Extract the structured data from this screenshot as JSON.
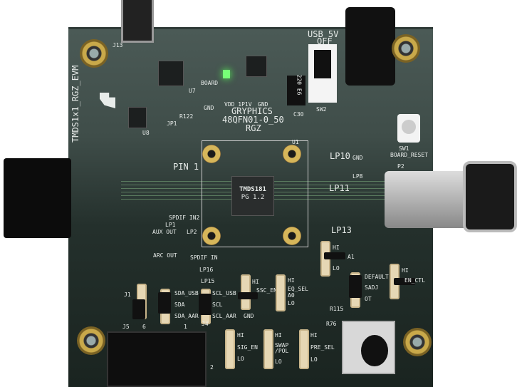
{
  "board": {
    "name": "TMDS1x1_RGZ_EVM",
    "socket_labels": [
      "GRYPHICS",
      "48QFN01-0_50",
      "RGZ"
    ],
    "chip_marking": [
      "TMDS181",
      "PG 1.2"
    ],
    "pin1": "PIN 1",
    "power": {
      "usb_5v": "USB 5V",
      "off": "OFF",
      "sw2": "SW2",
      "sw1": "SW1",
      "board_reset": "BOARD_RESET",
      "inductor": "220 E6"
    },
    "test_points": [
      "LP10",
      "GND",
      "LP8",
      "LP11",
      "LP13",
      "LP15",
      "LP16",
      "LP1",
      "LP2",
      "BOARD",
      "GND",
      "VDD_1P1V",
      "GND"
    ],
    "audio": [
      "SPDIF IN2",
      "AUX OUT",
      "ARC OUT",
      "SPDIF IN"
    ],
    "jumpers": [
      {
        "id": "J1",
        "labels": []
      },
      {
        "id": "J4",
        "labels": [
          "SCL_USB",
          "SCL",
          "SCL_AAR"
        ]
      },
      {
        "id": "J3",
        "labels": [
          "SDA_USB",
          "SDA",
          "SDA_AAR"
        ]
      },
      {
        "id": "J2",
        "labels": [
          "HI",
          "SSC_EN",
          "GND"
        ]
      },
      {
        "id": "J12",
        "labels": [
          "HI",
          "EQ_SEL",
          "A0",
          "LO"
        ]
      },
      {
        "id": "J7",
        "labels": [
          "HI",
          "A1",
          "LO"
        ]
      },
      {
        "id": "J8",
        "labels": [
          "DEFAULT",
          "SADJ",
          "OT"
        ]
      },
      {
        "id": "J14",
        "labels": [
          "HI",
          "EN_CTL"
        ]
      },
      {
        "id": "J9",
        "labels": [
          "HI",
          "SIG_EN",
          "LO"
        ]
      },
      {
        "id": "J10",
        "labels": [
          "HI",
          "SWAP /POL",
          "LO"
        ]
      },
      {
        "id": "J11",
        "labels": [
          "HI",
          "PRE_SEL",
          "LO"
        ]
      }
    ],
    "connector_j5": "J5",
    "j5_pins": [
      "6",
      "1",
      "2"
    ],
    "parts": [
      "R115",
      "R76",
      "U1",
      "U7",
      "U8",
      "J13",
      "C30",
      "P2",
      "R122",
      "JP1"
    ]
  }
}
